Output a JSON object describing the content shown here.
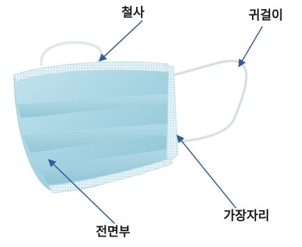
{
  "labels": {
    "nose_wire": "철사",
    "ear_loop": "귀걸이",
    "edge": "가장자리",
    "front_panel": "전면부"
  },
  "colors": {
    "mask_base": "#a9d6e3",
    "mask_light": "#c6e6ef",
    "mask_dark": "#7fb8cc",
    "binding": "#d8eef4",
    "loop": "#e6ecef",
    "pointer": "#2f5c9a"
  }
}
